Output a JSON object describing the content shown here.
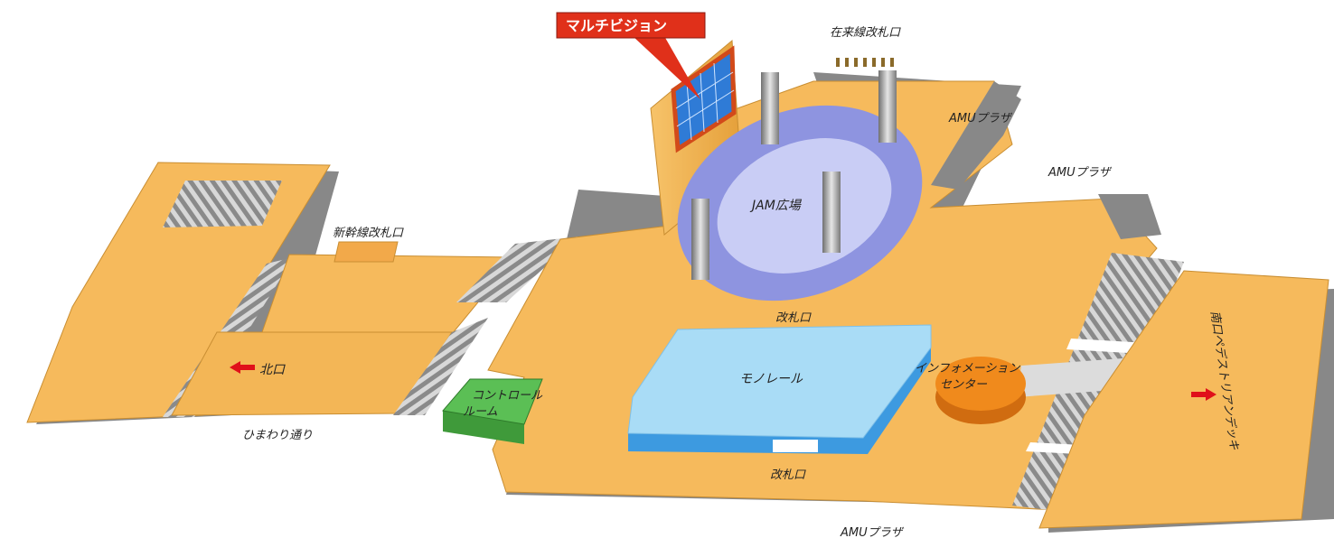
{
  "colors": {
    "floor": "#f6ba5c",
    "floor_edge": "#c98e32",
    "shadow": "#7a7a7a",
    "plaza": "#8e94e0",
    "plaza_inner": "#c9cdf5",
    "monorail": "#a9dcf6",
    "monorail_edge": "#3d9ae0",
    "info": "#f08a1c",
    "control": "#5bbf55",
    "callout": "#e0301a",
    "arrow": "#e0101a"
  },
  "labels": {
    "multivision": "マルチビジョン",
    "zairaisen_gate": "在来線改札口",
    "amu_plaza_top": "AMUプラザ",
    "amu_plaza_right": "AMUプラザ",
    "amu_plaza_bottom": "AMUプラザ",
    "jam_plaza": "JAM広場",
    "shinkansen_gate": "新幹線改札口",
    "ticket_gate_mid": "改札口",
    "ticket_gate_bottom": "改札口",
    "monorail": "モノレール",
    "north_exit": "北口",
    "himawari": "ひまわり通り",
    "control_room_1": "コントロール",
    "control_room_2": "ルーム",
    "info_center_1": "インフォメーション",
    "info_center_2": "センター",
    "south_deck": "南口ペデストリアンデッキ"
  },
  "icons": {
    "north_arrow": "left-arrow-icon",
    "south_arrow": "right-arrow-icon"
  }
}
